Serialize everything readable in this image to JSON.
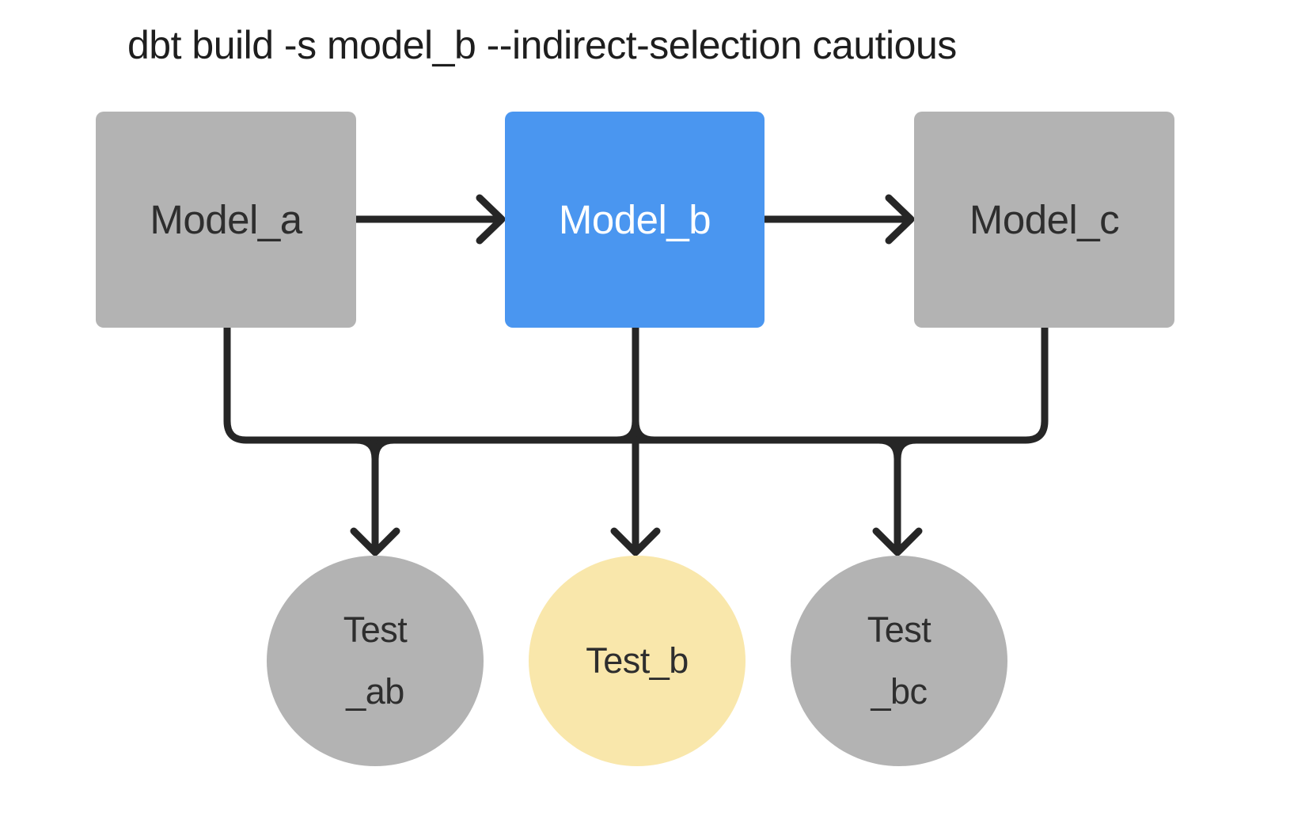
{
  "title": "dbt build -s model_b --indirect-selection cautious",
  "colors": {
    "selected_model": "#4a96f0",
    "selected_test": "#f9e7ab",
    "unselected_node": "#b3b3b3",
    "connector": "#262626",
    "title_text": "#1e1e1e",
    "node_text_dark": "#2e2e2e",
    "node_text_light": "#ffffff"
  },
  "nodes": {
    "model_a": {
      "label": "Model_a",
      "shape": "box",
      "state": "unselected"
    },
    "model_b": {
      "label": "Model_b",
      "shape": "box",
      "state": "selected"
    },
    "model_c": {
      "label": "Model_c",
      "shape": "box",
      "state": "unselected"
    },
    "test_ab": {
      "label_lines": [
        "Test",
        "_ab"
      ],
      "shape": "circle",
      "state": "unselected"
    },
    "test_b": {
      "label": "Test_b",
      "shape": "circle",
      "state": "selected"
    },
    "test_bc": {
      "label_lines": [
        "Test",
        "_bc"
      ],
      "shape": "circle",
      "state": "unselected"
    }
  },
  "edges": [
    {
      "from": "model_a",
      "to": "model_b"
    },
    {
      "from": "model_b",
      "to": "model_c"
    },
    {
      "from": "model_a",
      "to": "test_ab"
    },
    {
      "from": "model_b",
      "to": "test_ab"
    },
    {
      "from": "model_b",
      "to": "test_b"
    },
    {
      "from": "model_b",
      "to": "test_bc"
    },
    {
      "from": "model_c",
      "to": "test_bc"
    }
  ]
}
